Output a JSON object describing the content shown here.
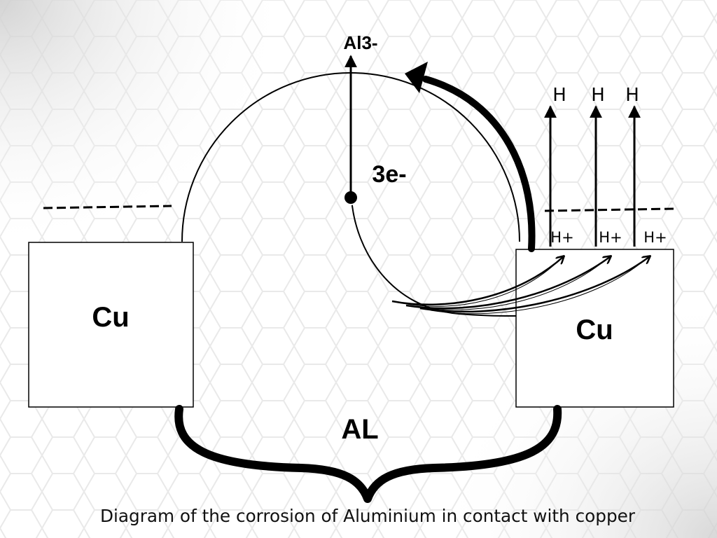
{
  "labels": {
    "cu_left": "Cu",
    "cu_right": "Cu",
    "al": "AL",
    "ion": "Al3-",
    "electrons": "3e-",
    "hydrogen": [
      "H",
      "H",
      "H"
    ],
    "hydrogen_ions": [
      "H+",
      "H+",
      "H+"
    ]
  },
  "caption": "Diagram of the corrosion of Aluminium in contact with copper",
  "colors": {
    "ink": "#000000",
    "background": "#ffffff",
    "hex_pattern": "#e9e9e9"
  }
}
